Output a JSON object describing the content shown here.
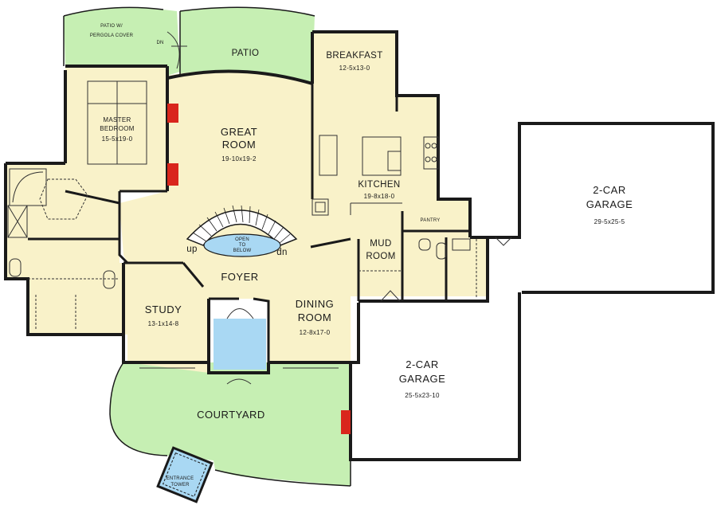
{
  "colors": {
    "interior": "#f9f2c9",
    "patio": "#c6efb3",
    "foyer_entry": "#a9d8f3",
    "garage": "#ffffff",
    "wall": "#1a1a1a",
    "fireplace": "#d9261c"
  },
  "rooms": {
    "patio_pergola": {
      "line1": "PATIO W/",
      "line2": "PERGOLA COVER"
    },
    "pergola_dn": "DN",
    "patio": {
      "name": "PATIO"
    },
    "breakfast": {
      "name": "BREAKFAST",
      "dims": "12-5x13-0"
    },
    "master": {
      "line1": "MASTER",
      "line2": "BEDROOM",
      "dims": "15-5x19-0"
    },
    "great_room": {
      "line1": "GREAT",
      "line2": "ROOM",
      "dims": "19-10x19-2"
    },
    "kitchen": {
      "name": "KITCHEN",
      "dims": "19-8x18-0"
    },
    "pantry": {
      "name": "PANTRY"
    },
    "garage_upper": {
      "line1": "2-CAR",
      "line2": "GARAGE",
      "dims": "29-5x25-5"
    },
    "mud_room": {
      "line1": "MUD",
      "line2": "ROOM"
    },
    "stair": {
      "up": "up",
      "dn": "dn",
      "open1": "OPEN",
      "open2": "TO",
      "open3": "BELOW"
    },
    "foyer": {
      "name": "FOYER"
    },
    "study": {
      "name": "STUDY",
      "dims": "13-1x14-8"
    },
    "dining": {
      "line1": "DINING",
      "line2": "ROOM",
      "dims": "12-8x17-0"
    },
    "garage_lower": {
      "line1": "2-CAR",
      "line2": "GARAGE",
      "dims": "25-5x23-10"
    },
    "courtyard": {
      "name": "COURTYARD"
    },
    "entrance_tower": {
      "line1": "ENTRANCE",
      "line2": "TOWER"
    }
  }
}
